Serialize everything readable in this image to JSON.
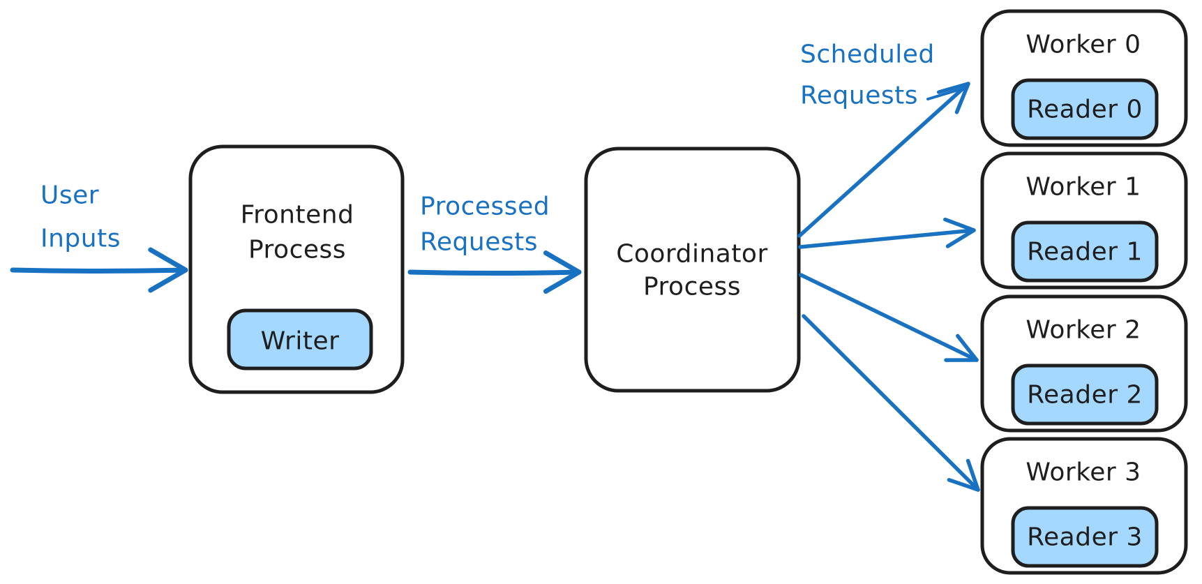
{
  "edge_labels": {
    "user_inputs": {
      "line1": "User",
      "line2": "Inputs"
    },
    "processed_requests": {
      "line1": "Processed",
      "line2": "Requests"
    },
    "scheduled_requests": {
      "line1": "Scheduled",
      "line2": "Requests"
    }
  },
  "nodes": {
    "frontend": {
      "line1": "Frontend",
      "line2": "Process",
      "writer": "Writer"
    },
    "coordinator": {
      "line1": "Coordinator",
      "line2": "Process"
    },
    "workers": [
      {
        "label": "Worker 0",
        "reader": "Reader 0"
      },
      {
        "label": "Worker 1",
        "reader": "Reader 1"
      },
      {
        "label": "Worker 2",
        "reader": "Reader 2"
      },
      {
        "label": "Worker 3",
        "reader": "Reader 3"
      }
    ]
  },
  "colors": {
    "accent_blue": "#1971c2",
    "highlight_fill": "#a5d8ff",
    "stroke_dark": "#1e1e1e",
    "background": "#ffffff"
  }
}
